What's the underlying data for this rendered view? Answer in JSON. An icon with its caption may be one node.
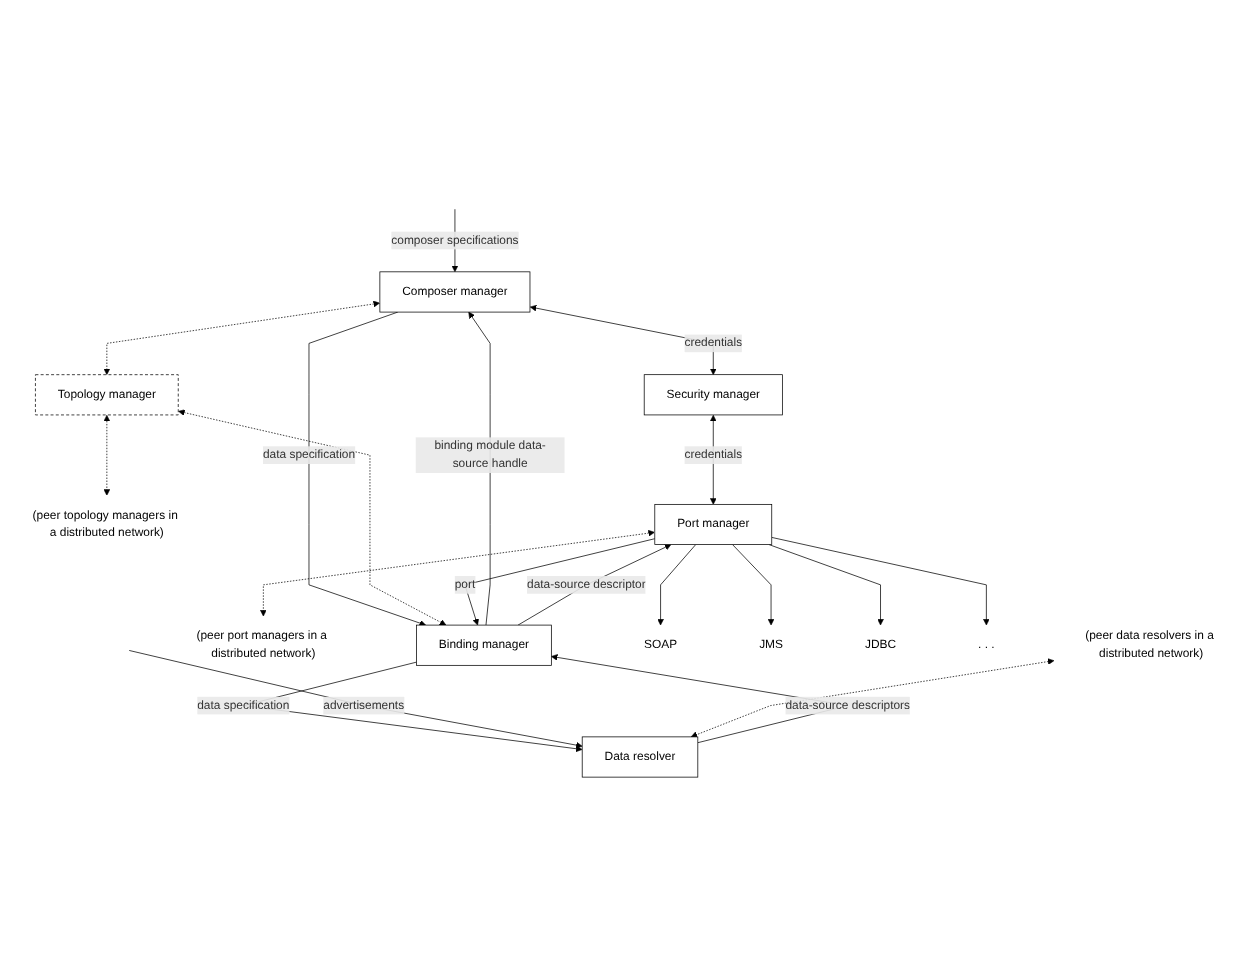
{
  "diagram": {
    "nodes": [
      {
        "text": [
          "Composer manager"
        ]
      },
      {
        "text": [
          "Security manager"
        ]
      },
      {
        "text": [
          "Topology manager"
        ]
      },
      {
        "text": [
          "Binding manager"
        ]
      },
      {
        "text": [
          "Port manager"
        ]
      },
      {
        "text": [
          "Data resolver"
        ]
      },
      {
        "text": [
          "(peer topology managers in a distributed network)"
        ]
      },
      {
        "text": [
          "(peer port managers in a distributed network)"
        ]
      },
      {
        "text": [
          "(peer data resolvers in a distributed network)"
        ]
      },
      {
        "text": [
          "SOAP"
        ]
      },
      {
        "text": [
          "JMS"
        ]
      },
      {
        "text": [
          "JDBC"
        ]
      },
      {
        "text": [
          ". . ."
        ]
      }
    ],
    "edges": [
      {
        "from": null,
        "to": 0,
        "arrow": "to",
        "label": "composer specifications"
      },
      {
        "from": 0,
        "to": 1,
        "arrow": "both",
        "label": "credentials"
      },
      {
        "from": 0,
        "to": 2,
        "arrow": "both",
        "style": "dashed"
      },
      {
        "from": 0,
        "to": 3,
        "arrow": "to",
        "label": "data specification"
      },
      {
        "from": 3,
        "to": 0,
        "arrow": "to",
        "label": "binding module data-source handle"
      },
      {
        "from": 2,
        "to": 3,
        "arrow": "both",
        "style": "dashed"
      },
      {
        "from": 1,
        "to": 4,
        "arrow": "both",
        "label": "credentials"
      },
      {
        "from": 4,
        "to": 3,
        "arrow": "to",
        "label": "port"
      },
      {
        "from": 3,
        "to": 4,
        "arrow": "to",
        "label": "data-source descriptor"
      },
      {
        "from": 3,
        "to": 5,
        "arrow": "to",
        "label": "data specification"
      },
      {
        "from": 5,
        "to": 3,
        "arrow": "to",
        "label": "data-source descriptors"
      },
      {
        "from": null,
        "to": 5,
        "arrow": "to",
        "label": "advertisements"
      },
      {
        "from": 2,
        "to": 6,
        "arrow": "both",
        "style": "dashed"
      },
      {
        "from": 4,
        "to": 7,
        "arrow": "both",
        "style": "dashed"
      },
      {
        "from": 8,
        "to": 5,
        "arrow": "both",
        "style": "dashed"
      },
      {
        "from": 4,
        "to": 9,
        "arrow": "to"
      },
      {
        "from": 4,
        "to": 10,
        "arrow": "to"
      },
      {
        "from": 4,
        "to": 11,
        "arrow": "to"
      },
      {
        "from": 4,
        "to": 12,
        "arrow": "to"
      }
    ]
  }
}
